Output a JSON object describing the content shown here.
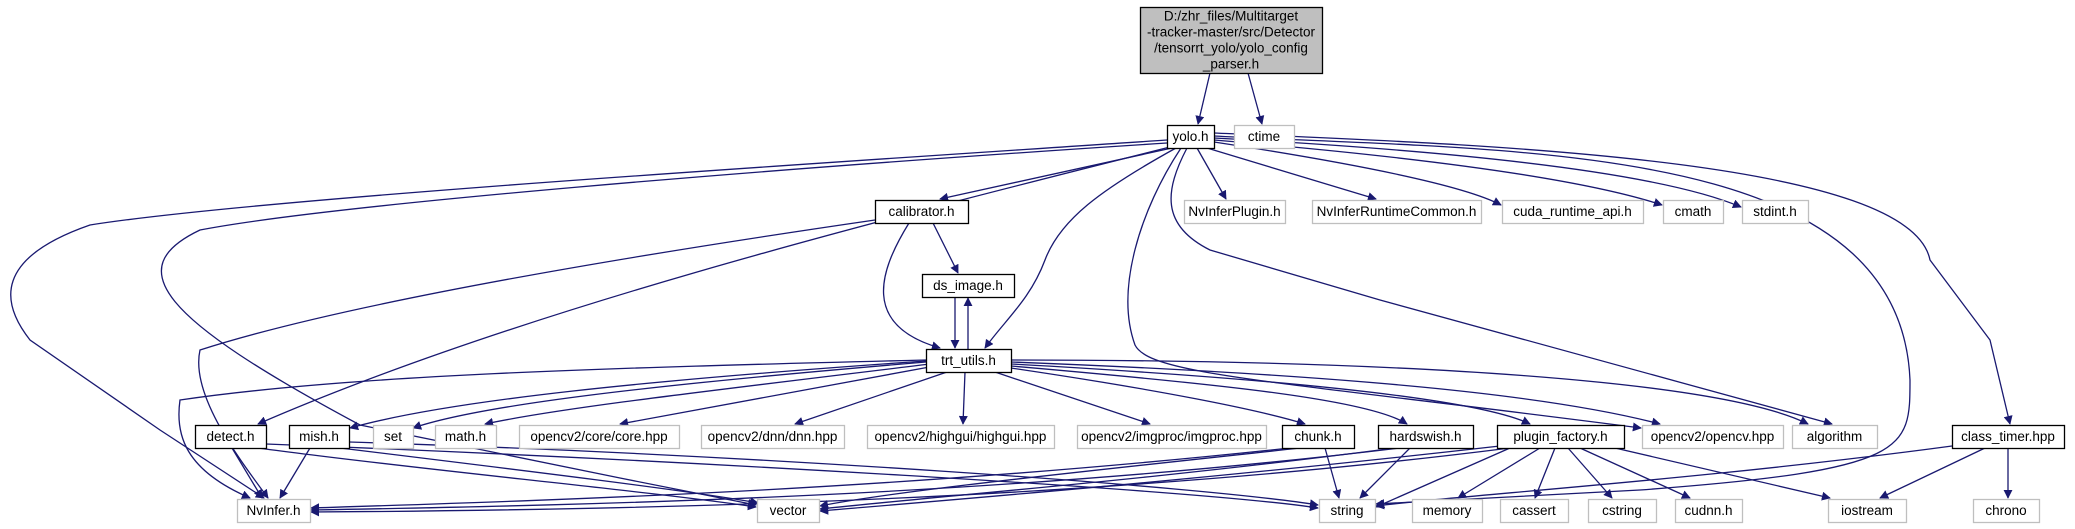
{
  "diagram": {
    "colors": {
      "edge": "#191970",
      "root_fill": "#bfbfbf",
      "root_border": "#000000",
      "documented_border": "#000000",
      "external_border": "#bfbfbf",
      "text": "#000000"
    },
    "nodes": [
      {
        "id": "root",
        "kind": "root",
        "lines": [
          "D:/zhr_files/Multitarget",
          "-tracker-master/src/Detector",
          "/tensorrt_yolo/yolo_config",
          "_parser.h"
        ]
      },
      {
        "id": "yolo",
        "kind": "documented",
        "lines": [
          "yolo.h"
        ]
      },
      {
        "id": "ctime",
        "kind": "external",
        "lines": [
          "ctime"
        ]
      },
      {
        "id": "calibrator",
        "kind": "documented",
        "lines": [
          "calibrator.h"
        ]
      },
      {
        "id": "nvinferplugin",
        "kind": "external",
        "lines": [
          "NvInferPlugin.h"
        ]
      },
      {
        "id": "nvinferruntime",
        "kind": "external",
        "lines": [
          "NvInferRuntimeCommon.h"
        ]
      },
      {
        "id": "cudaruntime",
        "kind": "external",
        "lines": [
          "cuda_runtime_api.h"
        ]
      },
      {
        "id": "cmath",
        "kind": "external",
        "lines": [
          "cmath"
        ]
      },
      {
        "id": "stdint",
        "kind": "external",
        "lines": [
          "stdint.h"
        ]
      },
      {
        "id": "dsimage",
        "kind": "documented",
        "lines": [
          "ds_image.h"
        ]
      },
      {
        "id": "trtutils",
        "kind": "documented",
        "lines": [
          "trt_utils.h"
        ]
      },
      {
        "id": "detect",
        "kind": "documented",
        "lines": [
          "detect.h"
        ]
      },
      {
        "id": "mish",
        "kind": "documented",
        "lines": [
          "mish.h"
        ]
      },
      {
        "id": "set",
        "kind": "external",
        "lines": [
          "set"
        ]
      },
      {
        "id": "mathh",
        "kind": "external",
        "lines": [
          "math.h"
        ]
      },
      {
        "id": "cvcore",
        "kind": "external",
        "lines": [
          "opencv2/core/core.hpp"
        ]
      },
      {
        "id": "cvdnn",
        "kind": "external",
        "lines": [
          "opencv2/dnn/dnn.hpp"
        ]
      },
      {
        "id": "cvhighgui",
        "kind": "external",
        "lines": [
          "opencv2/highgui/highgui.hpp"
        ]
      },
      {
        "id": "cvimgproc",
        "kind": "external",
        "lines": [
          "opencv2/imgproc/imgproc.hpp"
        ]
      },
      {
        "id": "chunk",
        "kind": "documented",
        "lines": [
          "chunk.h"
        ]
      },
      {
        "id": "hardswish",
        "kind": "documented",
        "lines": [
          "hardswish.h"
        ]
      },
      {
        "id": "pluginfactory",
        "kind": "documented",
        "lines": [
          "plugin_factory.h"
        ]
      },
      {
        "id": "opencv",
        "kind": "external",
        "lines": [
          "opencv2/opencv.hpp"
        ]
      },
      {
        "id": "algorithm",
        "kind": "external",
        "lines": [
          "algorithm"
        ]
      },
      {
        "id": "classtimer",
        "kind": "documented",
        "lines": [
          "class_timer.hpp"
        ]
      },
      {
        "id": "nvinfer",
        "kind": "external",
        "lines": [
          "NvInfer.h"
        ]
      },
      {
        "id": "vector",
        "kind": "external",
        "lines": [
          "vector"
        ]
      },
      {
        "id": "string",
        "kind": "external",
        "lines": [
          "string"
        ]
      },
      {
        "id": "memory",
        "kind": "external",
        "lines": [
          "memory"
        ]
      },
      {
        "id": "cassert",
        "kind": "external",
        "lines": [
          "cassert"
        ]
      },
      {
        "id": "cstring",
        "kind": "external",
        "lines": [
          "cstring"
        ]
      },
      {
        "id": "cudnn",
        "kind": "external",
        "lines": [
          "cudnn.h"
        ]
      },
      {
        "id": "iostream",
        "kind": "external",
        "lines": [
          "iostream"
        ]
      },
      {
        "id": "chrono",
        "kind": "external",
        "lines": [
          "chrono"
        ]
      }
    ],
    "edges": [
      {
        "from": "root",
        "to": "yolo"
      },
      {
        "from": "root",
        "to": "ctime"
      },
      {
        "from": "yolo",
        "to": "nvinfer"
      },
      {
        "from": "yolo",
        "to": "vector"
      },
      {
        "from": "yolo",
        "to": "detect"
      },
      {
        "from": "yolo",
        "to": "calibrator"
      },
      {
        "from": "yolo",
        "to": "trtutils"
      },
      {
        "from": "yolo",
        "to": "opencv"
      },
      {
        "from": "yolo",
        "to": "algorithm"
      },
      {
        "from": "yolo",
        "to": "nvinferplugin"
      },
      {
        "from": "yolo",
        "to": "nvinferruntime"
      },
      {
        "from": "yolo",
        "to": "cudaruntime"
      },
      {
        "from": "yolo",
        "to": "cmath"
      },
      {
        "from": "yolo",
        "to": "stdint"
      },
      {
        "from": "yolo",
        "to": "string"
      },
      {
        "from": "yolo",
        "to": "classtimer"
      },
      {
        "from": "calibrator",
        "to": "dsimage"
      },
      {
        "from": "calibrator",
        "to": "trtutils"
      },
      {
        "from": "calibrator",
        "to": "nvinfer"
      },
      {
        "from": "dsimage",
        "to": "trtutils"
      },
      {
        "from": "trtutils",
        "to": "dsimage"
      },
      {
        "from": "trtutils",
        "to": "nvinfer"
      },
      {
        "from": "trtutils",
        "to": "mish"
      },
      {
        "from": "trtutils",
        "to": "set"
      },
      {
        "from": "trtutils",
        "to": "mathh"
      },
      {
        "from": "trtutils",
        "to": "cvcore"
      },
      {
        "from": "trtutils",
        "to": "cvdnn"
      },
      {
        "from": "trtutils",
        "to": "cvhighgui"
      },
      {
        "from": "trtutils",
        "to": "cvimgproc"
      },
      {
        "from": "trtutils",
        "to": "chunk"
      },
      {
        "from": "trtutils",
        "to": "hardswish"
      },
      {
        "from": "trtutils",
        "to": "pluginfactory"
      },
      {
        "from": "trtutils",
        "to": "opencv"
      },
      {
        "from": "trtutils",
        "to": "algorithm"
      },
      {
        "from": "detect",
        "to": "nvinfer"
      },
      {
        "from": "detect",
        "to": "vector"
      },
      {
        "from": "detect",
        "to": "string"
      },
      {
        "from": "mish",
        "to": "nvinfer"
      },
      {
        "from": "mish",
        "to": "vector"
      },
      {
        "from": "mish",
        "to": "string"
      },
      {
        "from": "chunk",
        "to": "nvinfer"
      },
      {
        "from": "chunk",
        "to": "vector"
      },
      {
        "from": "chunk",
        "to": "string"
      },
      {
        "from": "hardswish",
        "to": "nvinfer"
      },
      {
        "from": "hardswish",
        "to": "vector"
      },
      {
        "from": "hardswish",
        "to": "string"
      },
      {
        "from": "pluginfactory",
        "to": "nvinfer"
      },
      {
        "from": "pluginfactory",
        "to": "vector"
      },
      {
        "from": "pluginfactory",
        "to": "string"
      },
      {
        "from": "pluginfactory",
        "to": "memory"
      },
      {
        "from": "pluginfactory",
        "to": "cassert"
      },
      {
        "from": "pluginfactory",
        "to": "cstring"
      },
      {
        "from": "pluginfactory",
        "to": "cudnn"
      },
      {
        "from": "pluginfactory",
        "to": "iostream"
      },
      {
        "from": "classtimer",
        "to": "string"
      },
      {
        "from": "classtimer",
        "to": "iostream"
      },
      {
        "from": "classtimer",
        "to": "chrono"
      }
    ]
  }
}
